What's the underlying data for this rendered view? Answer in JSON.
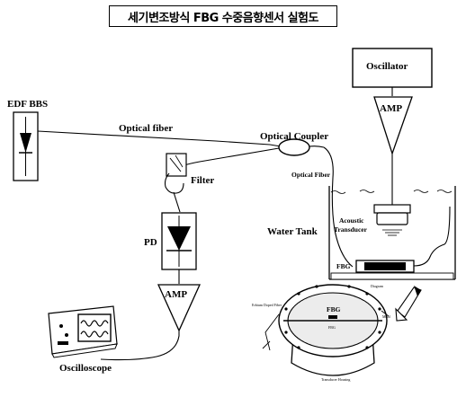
{
  "title": "세기변조방식 FBG 수중음향센서 실험도",
  "labels": {
    "edf_bbs": "EDF BBS",
    "optical_fiber": "Optical fiber",
    "optical_coupler": "Optical Coupler",
    "optical_fiber_2": "Optical Fiber",
    "filter": "Filter",
    "pd": "PD",
    "amp_left": "AMP",
    "amp_right": "AMP",
    "oscillator": "Oscillator",
    "water_tank": "Water Tank",
    "acoustic_transducer_line1": "Acoustic",
    "acoustic_transducer_line2": "Transducer",
    "fbg_tank": "FBG",
    "fbg_detail": "FBG",
    "oscilloscope": "Oscilloscope"
  },
  "detail_annotations": {
    "top": "Diagram",
    "left": "Erbium Doped Fiber",
    "right": "Mold",
    "bottom": "Transducer Housing",
    "center_small": "FBG"
  }
}
